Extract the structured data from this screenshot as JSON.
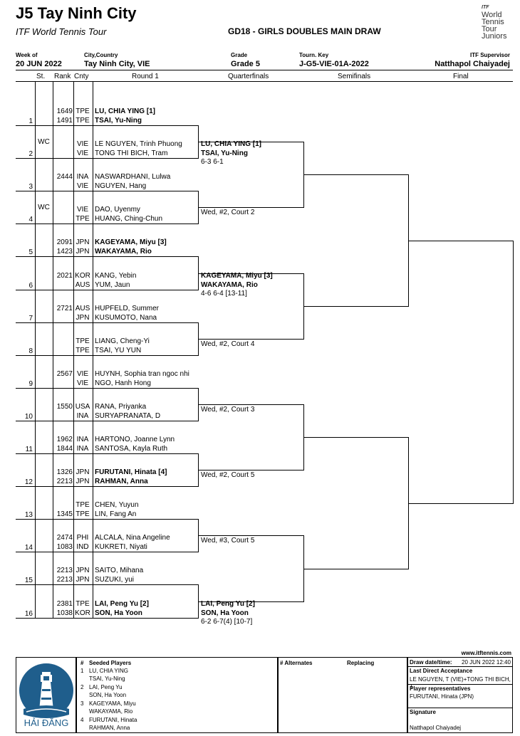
{
  "header": {
    "title": "J5 Tay Ninh City",
    "subtitle": "ITF World Tennis Tour",
    "draw_name": "GD18 - GIRLS DOUBLES MAIN DRAW",
    "logo": {
      "line0": "ITF",
      "line1": "World",
      "line2": "Tennis",
      "line3": "Tour",
      "line4": "Juniors"
    },
    "week_label": "Week of",
    "week_value": "20 JUN 2022",
    "city_label": "City,Country",
    "city_value": "Tay Ninh City, VIE",
    "grade_label": "Grade",
    "grade_value": "Grade 5",
    "key_label": "Tourn. Key",
    "key_value": "J-G5-VIE-01A-2022",
    "sup_label": "ITF Supervisor",
    "sup_value": "Natthapol Chaiyadej"
  },
  "columns": {
    "st": "St.",
    "rank": "Rank",
    "cnty": "Cnty",
    "r1": "Round 1",
    "qf": "Quarterfinals",
    "sf": "Semifinals",
    "final": "Final"
  },
  "entries": [
    {
      "line": "1",
      "st": "",
      "p1": {
        "rank": "1649",
        "cnty": "TPE",
        "name": "LU, CHIA YING [1]",
        "bold": true
      },
      "p2": {
        "rank": "1491",
        "cnty": "TPE",
        "name": "TSAI, Yu-Ning",
        "bold": true
      }
    },
    {
      "line": "2",
      "st": "WC",
      "p1": {
        "rank": "",
        "cnty": "VIE",
        "name": "LE NGUYEN, Trinh Phuong",
        "bold": false
      },
      "p2": {
        "rank": "",
        "cnty": "VIE",
        "name": "TONG THI BICH, Tram",
        "bold": false
      }
    },
    {
      "line": "3",
      "st": "",
      "p1": {
        "rank": "2444",
        "cnty": "INA",
        "name": "NASWARDHANI, Lulwa",
        "bold": false
      },
      "p2": {
        "rank": "",
        "cnty": "VIE",
        "name": "NGUYEN, Hang",
        "bold": false
      }
    },
    {
      "line": "4",
      "st": "WC",
      "p1": {
        "rank": "",
        "cnty": "VIE",
        "name": "DAO, Uyenmy",
        "bold": false
      },
      "p2": {
        "rank": "",
        "cnty": "TPE",
        "name": "HUANG, Ching-Chun",
        "bold": false
      }
    },
    {
      "line": "5",
      "st": "",
      "p1": {
        "rank": "2091",
        "cnty": "JPN",
        "name": "KAGEYAMA, Miyu [3]",
        "bold": true
      },
      "p2": {
        "rank": "1423",
        "cnty": "JPN",
        "name": "WAKAYAMA, Rio",
        "bold": true
      }
    },
    {
      "line": "6",
      "st": "",
      "p1": {
        "rank": "2021",
        "cnty": "KOR",
        "name": "KANG, Yebin",
        "bold": false
      },
      "p2": {
        "rank": "",
        "cnty": "AUS",
        "name": "YUM, Jaun",
        "bold": false
      }
    },
    {
      "line": "7",
      "st": "",
      "p1": {
        "rank": "2721",
        "cnty": "AUS",
        "name": "HUPFELD, Summer",
        "bold": false
      },
      "p2": {
        "rank": "",
        "cnty": "JPN",
        "name": "KUSUMOTO, Nana",
        "bold": false
      }
    },
    {
      "line": "8",
      "st": "",
      "p1": {
        "rank": "",
        "cnty": "TPE",
        "name": "LIANG, Cheng-Yi",
        "bold": false
      },
      "p2": {
        "rank": "",
        "cnty": "TPE",
        "name": "TSAI, YU YUN",
        "bold": false
      }
    },
    {
      "line": "9",
      "st": "",
      "p1": {
        "rank": "2567",
        "cnty": "VIE",
        "name": "HUYNH, Sophia tran ngoc nhi",
        "bold": false
      },
      "p2": {
        "rank": "",
        "cnty": "VIE",
        "name": "NGO, Hanh Hong",
        "bold": false
      }
    },
    {
      "line": "10",
      "st": "",
      "p1": {
        "rank": "1550",
        "cnty": "USA",
        "name": "RANA, Priyanka",
        "bold": false
      },
      "p2": {
        "rank": "",
        "cnty": "INA",
        "name": "SURYAPRANATA, D",
        "bold": false
      }
    },
    {
      "line": "11",
      "st": "",
      "p1": {
        "rank": "1962",
        "cnty": "INA",
        "name": "HARTONO, Joanne Lynn",
        "bold": false
      },
      "p2": {
        "rank": "1844",
        "cnty": "INA",
        "name": "SANTOSA, Kayla Ruth",
        "bold": false
      }
    },
    {
      "line": "12",
      "st": "",
      "p1": {
        "rank": "1326",
        "cnty": "JPN",
        "name": "FURUTANI, Hinata [4]",
        "bold": true
      },
      "p2": {
        "rank": "2213",
        "cnty": "JPN",
        "name": "RAHMAN, Anna",
        "bold": true
      }
    },
    {
      "line": "13",
      "st": "",
      "p1": {
        "rank": "",
        "cnty": "TPE",
        "name": "CHEN, Yuyun",
        "bold": false
      },
      "p2": {
        "rank": "1345",
        "cnty": "TPE",
        "name": "LIN, Fang An",
        "bold": false
      }
    },
    {
      "line": "14",
      "st": "",
      "p1": {
        "rank": "2474",
        "cnty": "PHI",
        "name": "ALCALA, Nina Angeline",
        "bold": false
      },
      "p2": {
        "rank": "1083",
        "cnty": "IND",
        "name": "KUKRETI, Niyati",
        "bold": false
      }
    },
    {
      "line": "15",
      "st": "",
      "p1": {
        "rank": "2213",
        "cnty": "JPN",
        "name": "SAITO, Mihana",
        "bold": false
      },
      "p2": {
        "rank": "2213",
        "cnty": "JPN",
        "name": "SUZUKI, yui",
        "bold": false
      }
    },
    {
      "line": "16",
      "st": "",
      "p1": {
        "rank": "2381",
        "cnty": "TPE",
        "name": "LAI, Peng Yu [2]",
        "bold": true
      },
      "p2": {
        "rank": "1038",
        "cnty": "KOR",
        "name": "SON, Ha Yoon",
        "bold": true
      }
    }
  ],
  "qf_results": [
    {
      "name1": "LU, CHIA YING [1]",
      "name2": "TSAI, Yu-Ning",
      "score": "6-3 6-1"
    },
    {
      "name1": "",
      "name2": "",
      "score": "Wed, #2, Court 2"
    },
    {
      "name1": "KAGEYAMA, Miyu [3]",
      "name2": "WAKAYAMA, Rio",
      "score": "4-6 6-4 [13-11]"
    },
    {
      "name1": "",
      "name2": "",
      "score": "Wed, #2, Court 4"
    },
    {
      "name1": "",
      "name2": "",
      "score": "Wed, #2, Court 3"
    },
    {
      "name1": "",
      "name2": "",
      "score": "Wed, #2, Court 5"
    },
    {
      "name1": "",
      "name2": "",
      "score": "Wed, #3, Court 5"
    },
    {
      "name1": "LAI, Peng Yu [2]",
      "name2": "SON, Ha Yoon",
      "score": "6-2 6-7(4) [10-7]"
    }
  ],
  "footer": {
    "website": "www.itftennis.com",
    "org_name": "HẢI ĐĂNG",
    "seeded_hdr_num": "#",
    "seeded_hdr": "Seeded Players",
    "seeds": [
      {
        "num": "1",
        "p1": "LU, CHIA YING",
        "p2": "TSAI, Yu-Ning"
      },
      {
        "num": "2",
        "p1": "LAI, Peng Yu",
        "p2": "SON, Ha Yoon"
      },
      {
        "num": "3",
        "p1": "KAGEYAMA, Miyu",
        "p2": "WAKAYAMA, Rio"
      },
      {
        "num": "4",
        "p1": "FURUTANI, Hinata",
        "p2": "RAHMAN, Anna"
      }
    ],
    "alternates_hdr": "# Alternates",
    "replacing_hdr": "Replacing",
    "draw_date_label": "Draw date/time:",
    "draw_date_value": "20 JUN 2022 12:40",
    "lda_label": "Last Direct Acceptance",
    "lda_value": "LE NGUYEN, T (VIE)+TONG THI BICH, T",
    "rep_label": "Player representatives",
    "rep_value": "FURUTANI, Hinata (JPN)",
    "sig_label": "Signature",
    "sig_value": "Natthapol Chaiyadej"
  }
}
